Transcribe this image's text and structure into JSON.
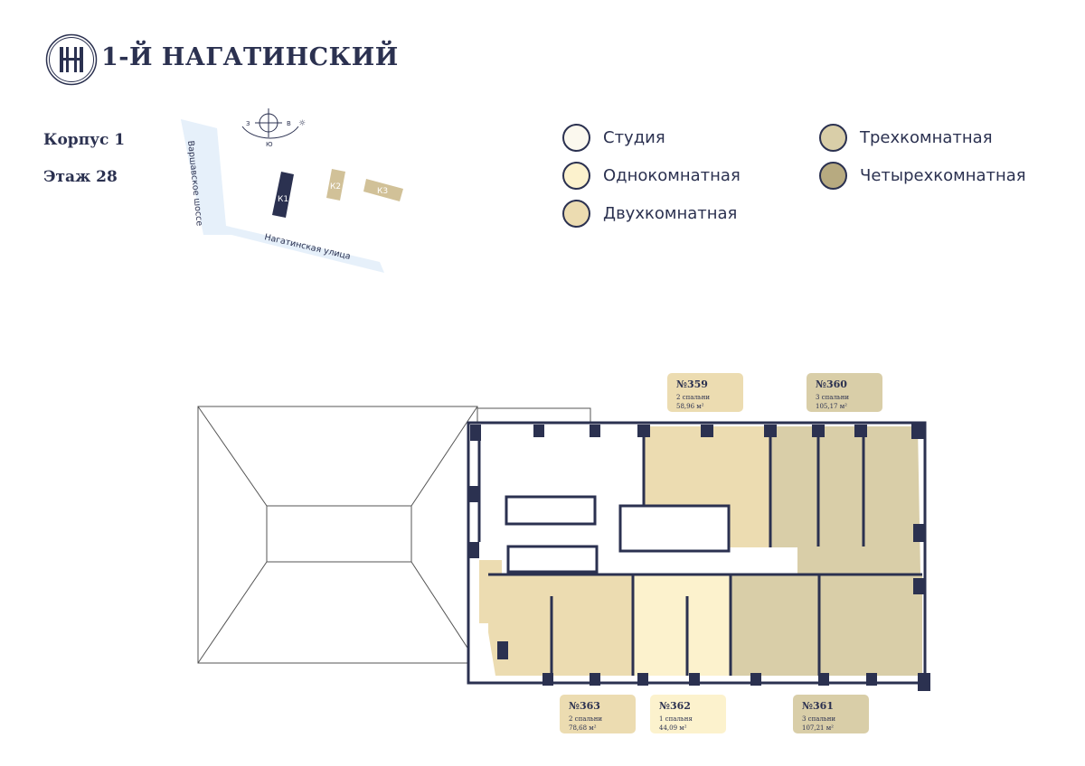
{
  "brand": {
    "name": "1-Й НАГАТИНСКИЙ",
    "logo_letters": "НН"
  },
  "building": "Корпус 1",
  "floor": "Этаж 28",
  "sitemap": {
    "compass": {
      "west": "З",
      "east": "В",
      "south": "Ю"
    },
    "roads": [
      "Варшавское шоссе",
      "Нагатинская улица"
    ],
    "buildings": [
      "К1",
      "К2",
      "К3"
    ]
  },
  "legend": [
    {
      "label": "Студия",
      "color": "#fbf8ee"
    },
    {
      "label": "Однокомнатная",
      "color": "#fcf2cd"
    },
    {
      "label": "Двухкомнатная",
      "color": "#ecdcb1"
    },
    {
      "label": "Трехкомнатная",
      "color": "#d9cea8"
    },
    {
      "label": "Четырехкомнатная",
      "color": "#b7aa80"
    }
  ],
  "apartments": [
    {
      "number": "№359",
      "bedrooms": "2 спальни",
      "area": "58,96 м²",
      "color": "#ecdcb1"
    },
    {
      "number": "№360",
      "bedrooms": "3 спальни",
      "area": "105,17 м²",
      "color": "#d9cea8"
    },
    {
      "number": "№363",
      "bedrooms": "2 спальни",
      "area": "78,68 м²",
      "color": "#ecdcb1"
    },
    {
      "number": "№362",
      "bedrooms": "1 спальня",
      "area": "44,09 м²",
      "color": "#fcf2cd"
    },
    {
      "number": "№361",
      "bedrooms": "3 спальни",
      "area": "107,21 м²",
      "color": "#d9cea8"
    }
  ],
  "colors": {
    "navy": "#2b3150",
    "road": "#e6f0fa"
  }
}
